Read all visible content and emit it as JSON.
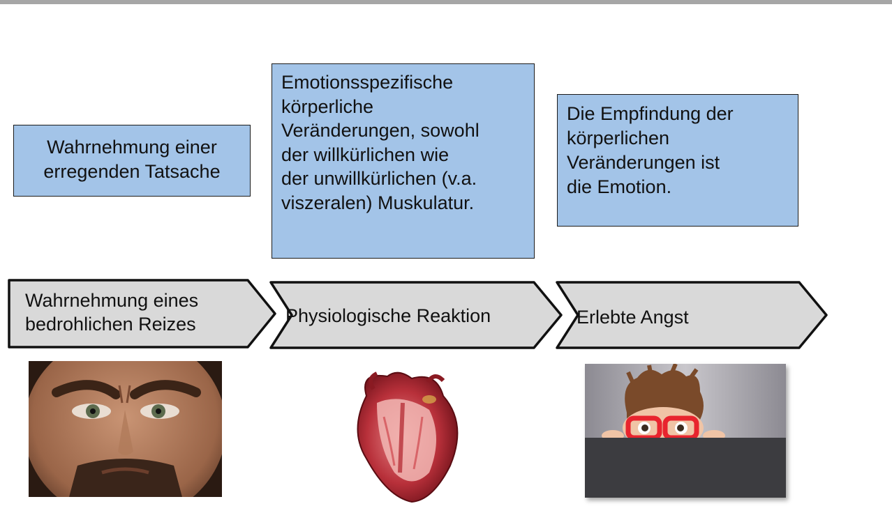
{
  "top_boxes": [
    {
      "text": "Wahrnehmung einer\nerregenden Tatsache"
    },
    {
      "text": "Emotionsspezifische\nkörperliche\nVeränderungen, sowohl\nder willkürlichen wie\nder unwillkürlichen (v.a.\nviszeralen) Muskulatur."
    },
    {
      "text": "Die Empfindung der\nkörperlichen\nVeränderungen ist\ndie Emotion."
    }
  ],
  "steps": [
    {
      "label": "Wahrnehmung eines\nbedrohlichen Reizes"
    },
    {
      "label": "Physiologische Reaktion"
    },
    {
      "label": "Erlebte Angst"
    }
  ],
  "images": [
    {
      "icon": "frowning-man-face-photo"
    },
    {
      "icon": "anatomical-heart-image"
    },
    {
      "icon": "frightened-boy-photo"
    }
  ],
  "colors": {
    "box_fill": "#a3c4e8",
    "arrow_fill": "#d9d9d9",
    "outline": "#1a1a1a",
    "top_bar": "#a6a6a6"
  }
}
